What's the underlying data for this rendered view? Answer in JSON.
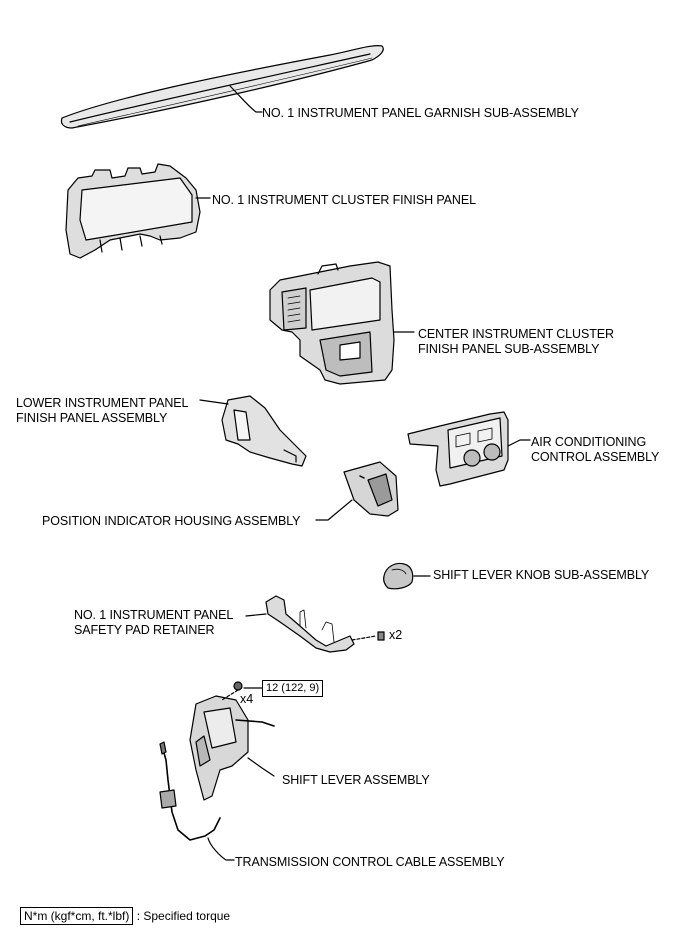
{
  "diagram": {
    "parts": [
      {
        "id": "garnish",
        "label_lines": [
          "NO. 1 INSTRUMENT PANEL GARNISH SUB-ASSEMBLY"
        ]
      },
      {
        "id": "cluster-finish",
        "label_lines": [
          "NO. 1 INSTRUMENT CLUSTER FINISH PANEL"
        ]
      },
      {
        "id": "center-cluster",
        "label_lines": [
          "CENTER INSTRUMENT CLUSTER",
          "FINISH PANEL SUB-ASSEMBLY"
        ]
      },
      {
        "id": "lower-panel",
        "label_lines": [
          "LOWER INSTRUMENT PANEL",
          "FINISH PANEL ASSEMBLY"
        ]
      },
      {
        "id": "ac-control",
        "label_lines": [
          "AIR CONDITIONING",
          "CONTROL ASSEMBLY"
        ]
      },
      {
        "id": "position-indicator",
        "label_lines": [
          "POSITION INDICATOR HOUSING ASSEMBLY"
        ]
      },
      {
        "id": "shift-knob",
        "label_lines": [
          "SHIFT LEVER KNOB SUB-ASSEMBLY"
        ]
      },
      {
        "id": "safety-pad",
        "label_lines": [
          "NO. 1 INSTRUMENT PANEL",
          "SAFETY PAD RETAINER"
        ]
      },
      {
        "id": "shift-lever",
        "label_lines": [
          "SHIFT LEVER ASSEMBLY"
        ]
      },
      {
        "id": "cable",
        "label_lines": [
          "TRANSMISSION CONTROL CABLE ASSEMBLY"
        ]
      }
    ],
    "torque": "12 (122, 9)",
    "quantities": {
      "bolt_retainer": "x2",
      "bolt_lever": "x4"
    },
    "legend": {
      "unit_box": "N*m (kgf*cm, ft.*lbf)",
      "text": ": Specified torque"
    }
  }
}
